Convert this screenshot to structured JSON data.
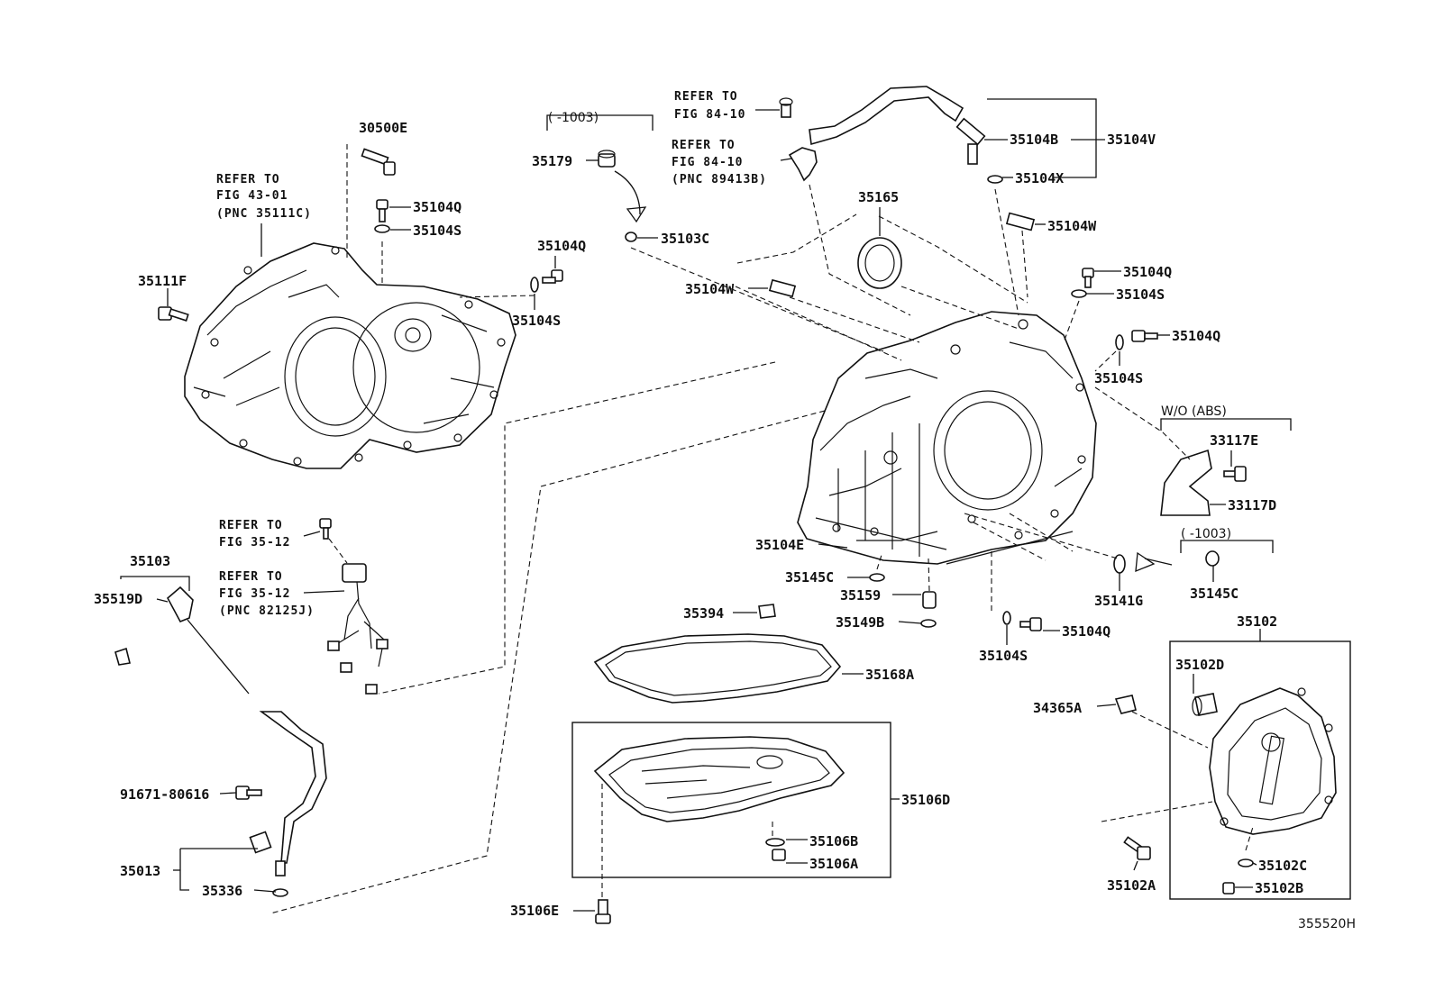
{
  "labels": {
    "p30500E": "30500E",
    "refer4301_1": "REFER TO",
    "refer4301_2": "FIG 43-01",
    "refer4301_3": "(PNC 35111C)",
    "p35104Q_a": "35104Q",
    "p35104S_a": "35104S",
    "p35111F": "35111F",
    "p35104Q_b": "35104Q",
    "p35104S_b": "35104S",
    "bracket1003_top": "( -1003)",
    "p35179": "35179",
    "p35103C": "35103C",
    "refer8410a_1": "REFER TO",
    "refer8410a_2": "FIG 84-10",
    "refer8410b_1": "REFER TO",
    "refer8410b_2": "FIG 84-10",
    "refer8410b_3": "(PNC 89413B)",
    "p35104B": "35104B",
    "p35104V": "35104V",
    "p35104X": "35104X",
    "p35165": "35165",
    "p35104W_a": "35104W",
    "p35104W_b": "35104W",
    "p35104Q_c": "35104Q",
    "p35104S_c": "35104S",
    "p35104Q_d": "35104Q",
    "p35104S_d": "35104S",
    "wo_abs": "W/O (ABS)",
    "p33117E": "33117E",
    "p33117D": "33117D",
    "refer3512a_1": "REFER TO",
    "refer3512a_2": "FIG 35-12",
    "refer3512b_1": "REFER TO",
    "refer3512b_2": "FIG 35-12",
    "refer3512b_3": "(PNC 82125J)",
    "p35103": "35103",
    "p35519D": "35519D",
    "p35104E": "35104E",
    "p35145C_a": "35145C",
    "p35159": "35159",
    "p35149B": "35149B",
    "p35141G": "35141G",
    "bracket1003_right": "( -1003)",
    "p35145C_b": "35145C",
    "p35394": "35394",
    "p35104Q_e": "35104Q",
    "p35104S_e": "35104S",
    "p35102": "35102",
    "p35168A": "35168A",
    "p35102D": "35102D",
    "p34365A": "34365A",
    "p91671": "91671-80616",
    "p35106D": "35106D",
    "p35106B": "35106B",
    "p35106A": "35106A",
    "p35013": "35013",
    "p35336": "35336",
    "p35106E": "35106E",
    "p35102C": "35102C",
    "p35102A": "35102A",
    "p35102B": "35102B",
    "figcode": "355520H"
  }
}
